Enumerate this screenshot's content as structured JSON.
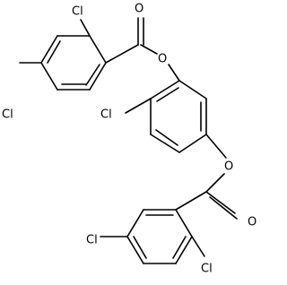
{
  "molecule": {
    "atoms": {
      "cl1": "Cl",
      "cl2": "Cl",
      "cl3": "Cl",
      "cl4": "Cl",
      "cl5": "Cl",
      "o1": "O",
      "o2": "O",
      "o3": "O",
      "o4": "O"
    }
  },
  "colors": {
    "background": "#ffffff",
    "bond": "#000000",
    "label": "#000000"
  }
}
